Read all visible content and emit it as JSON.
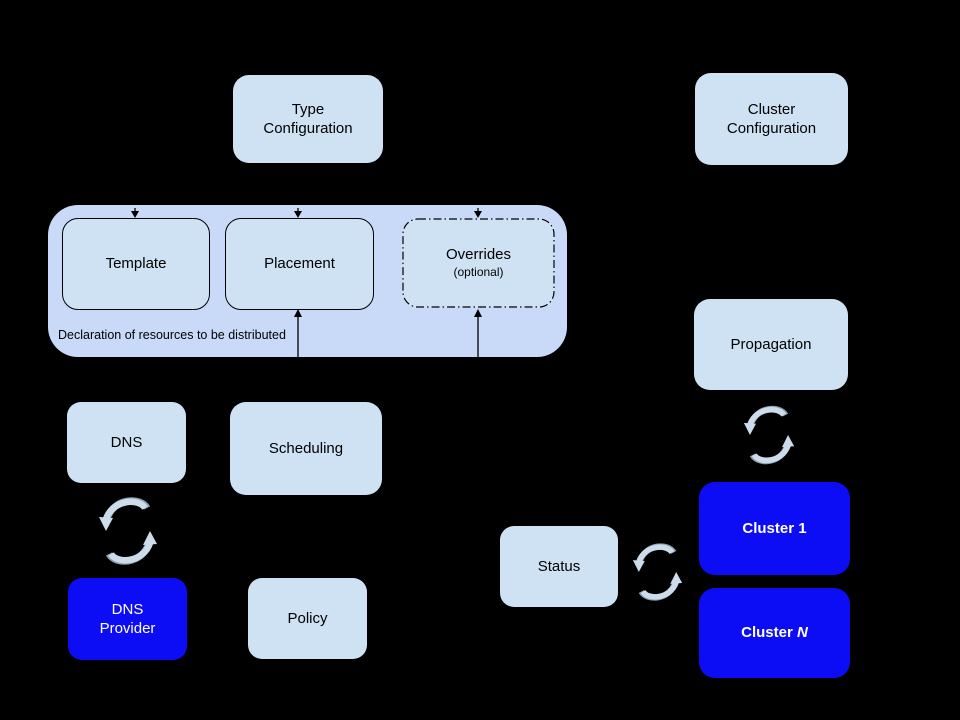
{
  "colors": {
    "background": "#000000",
    "node_fill": "#cfe2f3",
    "container_fill": "#c9daf8",
    "accent_blue": "#0d0df5",
    "node_text": "#000000",
    "accent_text": "#ffffff",
    "sync_icon_light": "#ccdcea",
    "sync_icon_shadow": "#8da0b0",
    "line_color": "#000000"
  },
  "nodes": {
    "type_configuration": {
      "label": "Type\nConfiguration"
    },
    "cluster_configuration": {
      "label": "Cluster\nConfiguration"
    },
    "template": {
      "label": "Template"
    },
    "placement": {
      "label": "Placement"
    },
    "overrides": {
      "label": "Overrides",
      "sublabel": "(optional)"
    },
    "dns": {
      "label": "DNS"
    },
    "scheduling": {
      "label": "Scheduling"
    },
    "dns_provider": {
      "label": "DNS\nProvider"
    },
    "policy": {
      "label": "Policy"
    },
    "status": {
      "label": "Status"
    },
    "propagation": {
      "label": "Propagation"
    },
    "cluster_1": {
      "label": "Cluster 1"
    },
    "cluster_n": {
      "prefix": "Cluster ",
      "suffix": "N"
    }
  },
  "group": {
    "note": "Declaration of resources to be distributed"
  },
  "icons": {
    "sync": "sync-arrows"
  }
}
